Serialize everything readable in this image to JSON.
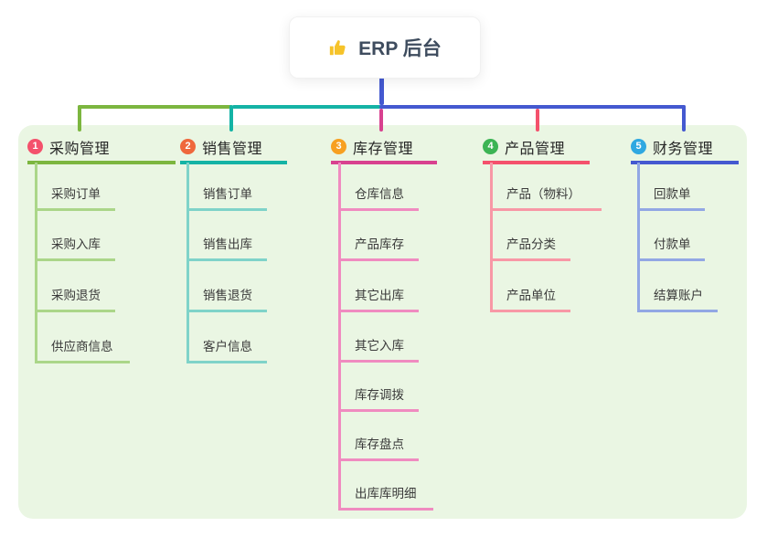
{
  "root": {
    "icon": "thumbs-up-icon",
    "label": "ERP 后台"
  },
  "branches": [
    {
      "index": "1",
      "label": "采购管理",
      "badge_color": "#F4516C",
      "line_color": "#7CB63F",
      "child_line_color": "#ABD689",
      "children": [
        "采购订单",
        "采购入库",
        "采购退货",
        "供应商信息"
      ]
    },
    {
      "index": "2",
      "label": "销售管理",
      "badge_color": "#EF683C",
      "line_color": "#14B3A5",
      "child_line_color": "#7FD3C9",
      "children": [
        "销售订单",
        "销售出库",
        "销售退货",
        "客户信息"
      ]
    },
    {
      "index": "3",
      "label": "库存管理",
      "badge_color": "#F7A021",
      "line_color": "#D8418F",
      "child_line_color": "#F08BC0",
      "children": [
        "仓库信息",
        "产品库存",
        "其它出库",
        "其它入库",
        "库存调拨",
        "库存盘点",
        "出库库明细"
      ]
    },
    {
      "index": "4",
      "label": "产品管理",
      "badge_color": "#3CB454",
      "line_color": "#F4516C",
      "child_line_color": "#F898A6",
      "children": [
        "产品（物料）",
        "产品分类",
        "产品单位"
      ]
    },
    {
      "index": "5",
      "label": "财务管理",
      "badge_color": "#2FA8E1",
      "line_color": "#4459D0",
      "child_line_color": "#92A7E4",
      "children": [
        "回款单",
        "付款单",
        "结算账户"
      ]
    }
  ],
  "canvas": {
    "background": "#FFFFFF",
    "panel_color": "#EAF6E3",
    "root_stem_color": "#4459D0",
    "icon_color": "#F6C329"
  }
}
